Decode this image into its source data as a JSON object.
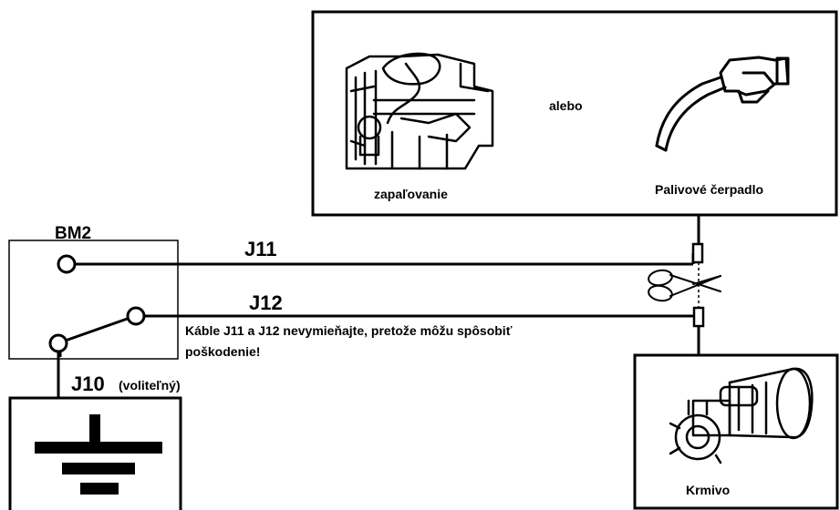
{
  "devices": {
    "ignition_label": "zapaľovanie",
    "or_label": "alebo",
    "fuel_pump_label": "Palivové čerpadlo",
    "starter_label": "Krmivo"
  },
  "module": {
    "name": "BM2"
  },
  "wires": {
    "j11": "J11",
    "j12": "J12",
    "j10": "J10",
    "j10_note": "(voliteľný)"
  },
  "warning": {
    "line1": "Káble J11 a J12 nevymieňajte, pretože môžu spôsobiť",
    "line2": "poškodenie!"
  },
  "icons": {
    "engine": "engine-icon",
    "fuel_nozzle": "fuel-nozzle-icon",
    "starter_motor": "starter-motor-icon",
    "scissors": "scissors-icon",
    "ground": "ground-icon"
  },
  "colors": {
    "line": "#000000",
    "background": "#ffffff"
  }
}
